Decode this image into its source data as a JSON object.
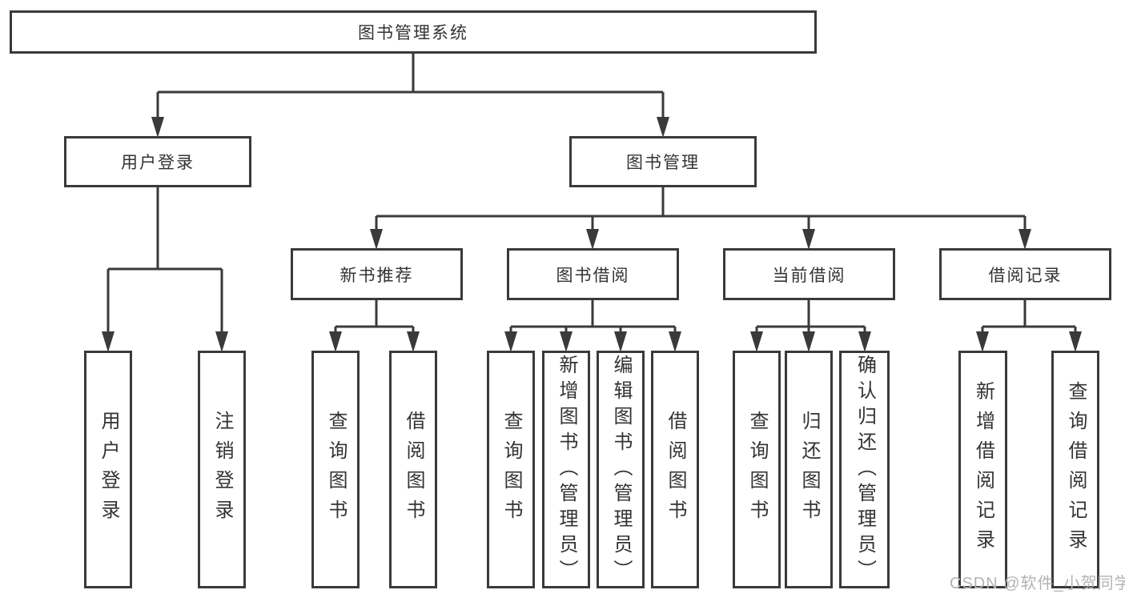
{
  "diagram": {
    "root": {
      "label": "图书管理系统"
    },
    "branches": [
      {
        "label": "用户登录",
        "children": [
          "用户登录",
          "注销登录"
        ]
      },
      {
        "label": "图书管理",
        "sections": [
          {
            "label": "新书推荐",
            "children": [
              "查询图书",
              "借阅图书"
            ]
          },
          {
            "label": "图书借阅",
            "children": [
              "查询图书",
              "新增图书（管理员）",
              "编辑图书（管理员）",
              "借阅图书"
            ]
          },
          {
            "label": "当前借阅",
            "children": [
              "查询图书",
              "归还图书",
              "确认归还（管理员）"
            ]
          },
          {
            "label": "借阅记录",
            "children": [
              "新增借阅记录",
              "查询借阅记录"
            ]
          }
        ]
      }
    ]
  },
  "watermark": {
    "text": "CSDN @软件_小贺同学"
  },
  "colors": {
    "line": "#3a3a3a",
    "box_border": "#3a3a3a",
    "text": "#333333",
    "watermark": "#b3b3b3",
    "background": "#ffffff"
  }
}
